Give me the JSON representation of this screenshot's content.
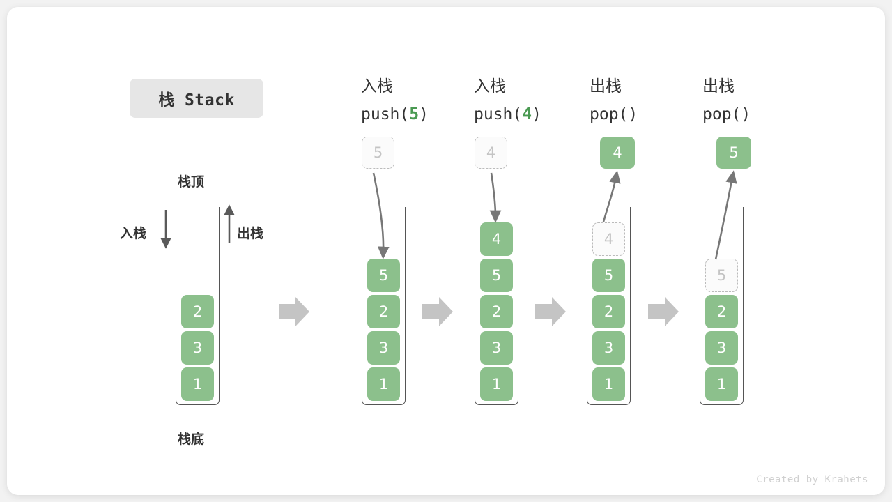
{
  "title": {
    "pill_label": "栈 Stack"
  },
  "footer": {
    "credit": "Created by Krahets"
  },
  "annotations": {
    "top_label": "栈顶",
    "bottom_label": "栈底",
    "push_arrow_label": "入栈",
    "pop_arrow_label": "出栈"
  },
  "colors": {
    "element_green": "#8cc08c",
    "accent_green": "#4a9a52",
    "ghost_border": "#bbbbbb",
    "ghost_text": "#c4c4c4",
    "frame_stroke": "#555555",
    "flow_arrow": "#c4c4c4",
    "curve_arrow": "#777777",
    "pill_bg": "#e6e6e6",
    "card_bg": "#ffffff",
    "page_bg": "#f2f2f2"
  },
  "chart_data": {
    "type": "diagram",
    "title": "栈 Stack",
    "subject": "stack push/pop operation sequence",
    "columns": [
      {
        "id": "initial",
        "op_cn": "",
        "op_code": "",
        "stack_top_to_bottom": [
          "2",
          "3",
          "1"
        ],
        "floating_cell": null,
        "floating_style": null,
        "ghost_in_stack": null
      },
      {
        "id": "push5",
        "op_cn": "入栈",
        "op_code": "push(5)",
        "op_code_prefix": "push(",
        "op_code_arg": "5",
        "op_code_suffix": ")",
        "stack_top_to_bottom": [
          "5",
          "2",
          "3",
          "1"
        ],
        "floating_cell": "5",
        "floating_style": "ghost",
        "arrow_direction": "down-into-stack",
        "ghost_in_stack": null
      },
      {
        "id": "push4",
        "op_cn": "入栈",
        "op_code": "push(4)",
        "op_code_prefix": "push(",
        "op_code_arg": "4",
        "op_code_suffix": ")",
        "stack_top_to_bottom": [
          "4",
          "5",
          "2",
          "3",
          "1"
        ],
        "floating_cell": "4",
        "floating_style": "ghost",
        "arrow_direction": "down-into-stack",
        "ghost_in_stack": null
      },
      {
        "id": "pop4",
        "op_cn": "出栈",
        "op_code": "pop()",
        "op_code_prefix": "pop(",
        "op_code_arg": "",
        "op_code_suffix": ")",
        "stack_top_to_bottom": [
          "5",
          "2",
          "3",
          "1"
        ],
        "floating_cell": "4",
        "floating_style": "filled",
        "arrow_direction": "up-out-of-stack",
        "ghost_in_stack": "4"
      },
      {
        "id": "pop5",
        "op_cn": "出栈",
        "op_code": "pop()",
        "op_code_prefix": "pop(",
        "op_code_arg": "",
        "op_code_suffix": ")",
        "stack_top_to_bottom": [
          "2",
          "3",
          "1"
        ],
        "floating_cell": "5",
        "floating_style": "filled",
        "arrow_direction": "up-out-of-stack",
        "ghost_in_stack": "5"
      }
    ],
    "flow_arrow_count": 4,
    "legend": {
      "push_label": "入栈",
      "pop_label": "出栈",
      "top_label": "栈顶",
      "bottom_label": "栈底"
    }
  }
}
